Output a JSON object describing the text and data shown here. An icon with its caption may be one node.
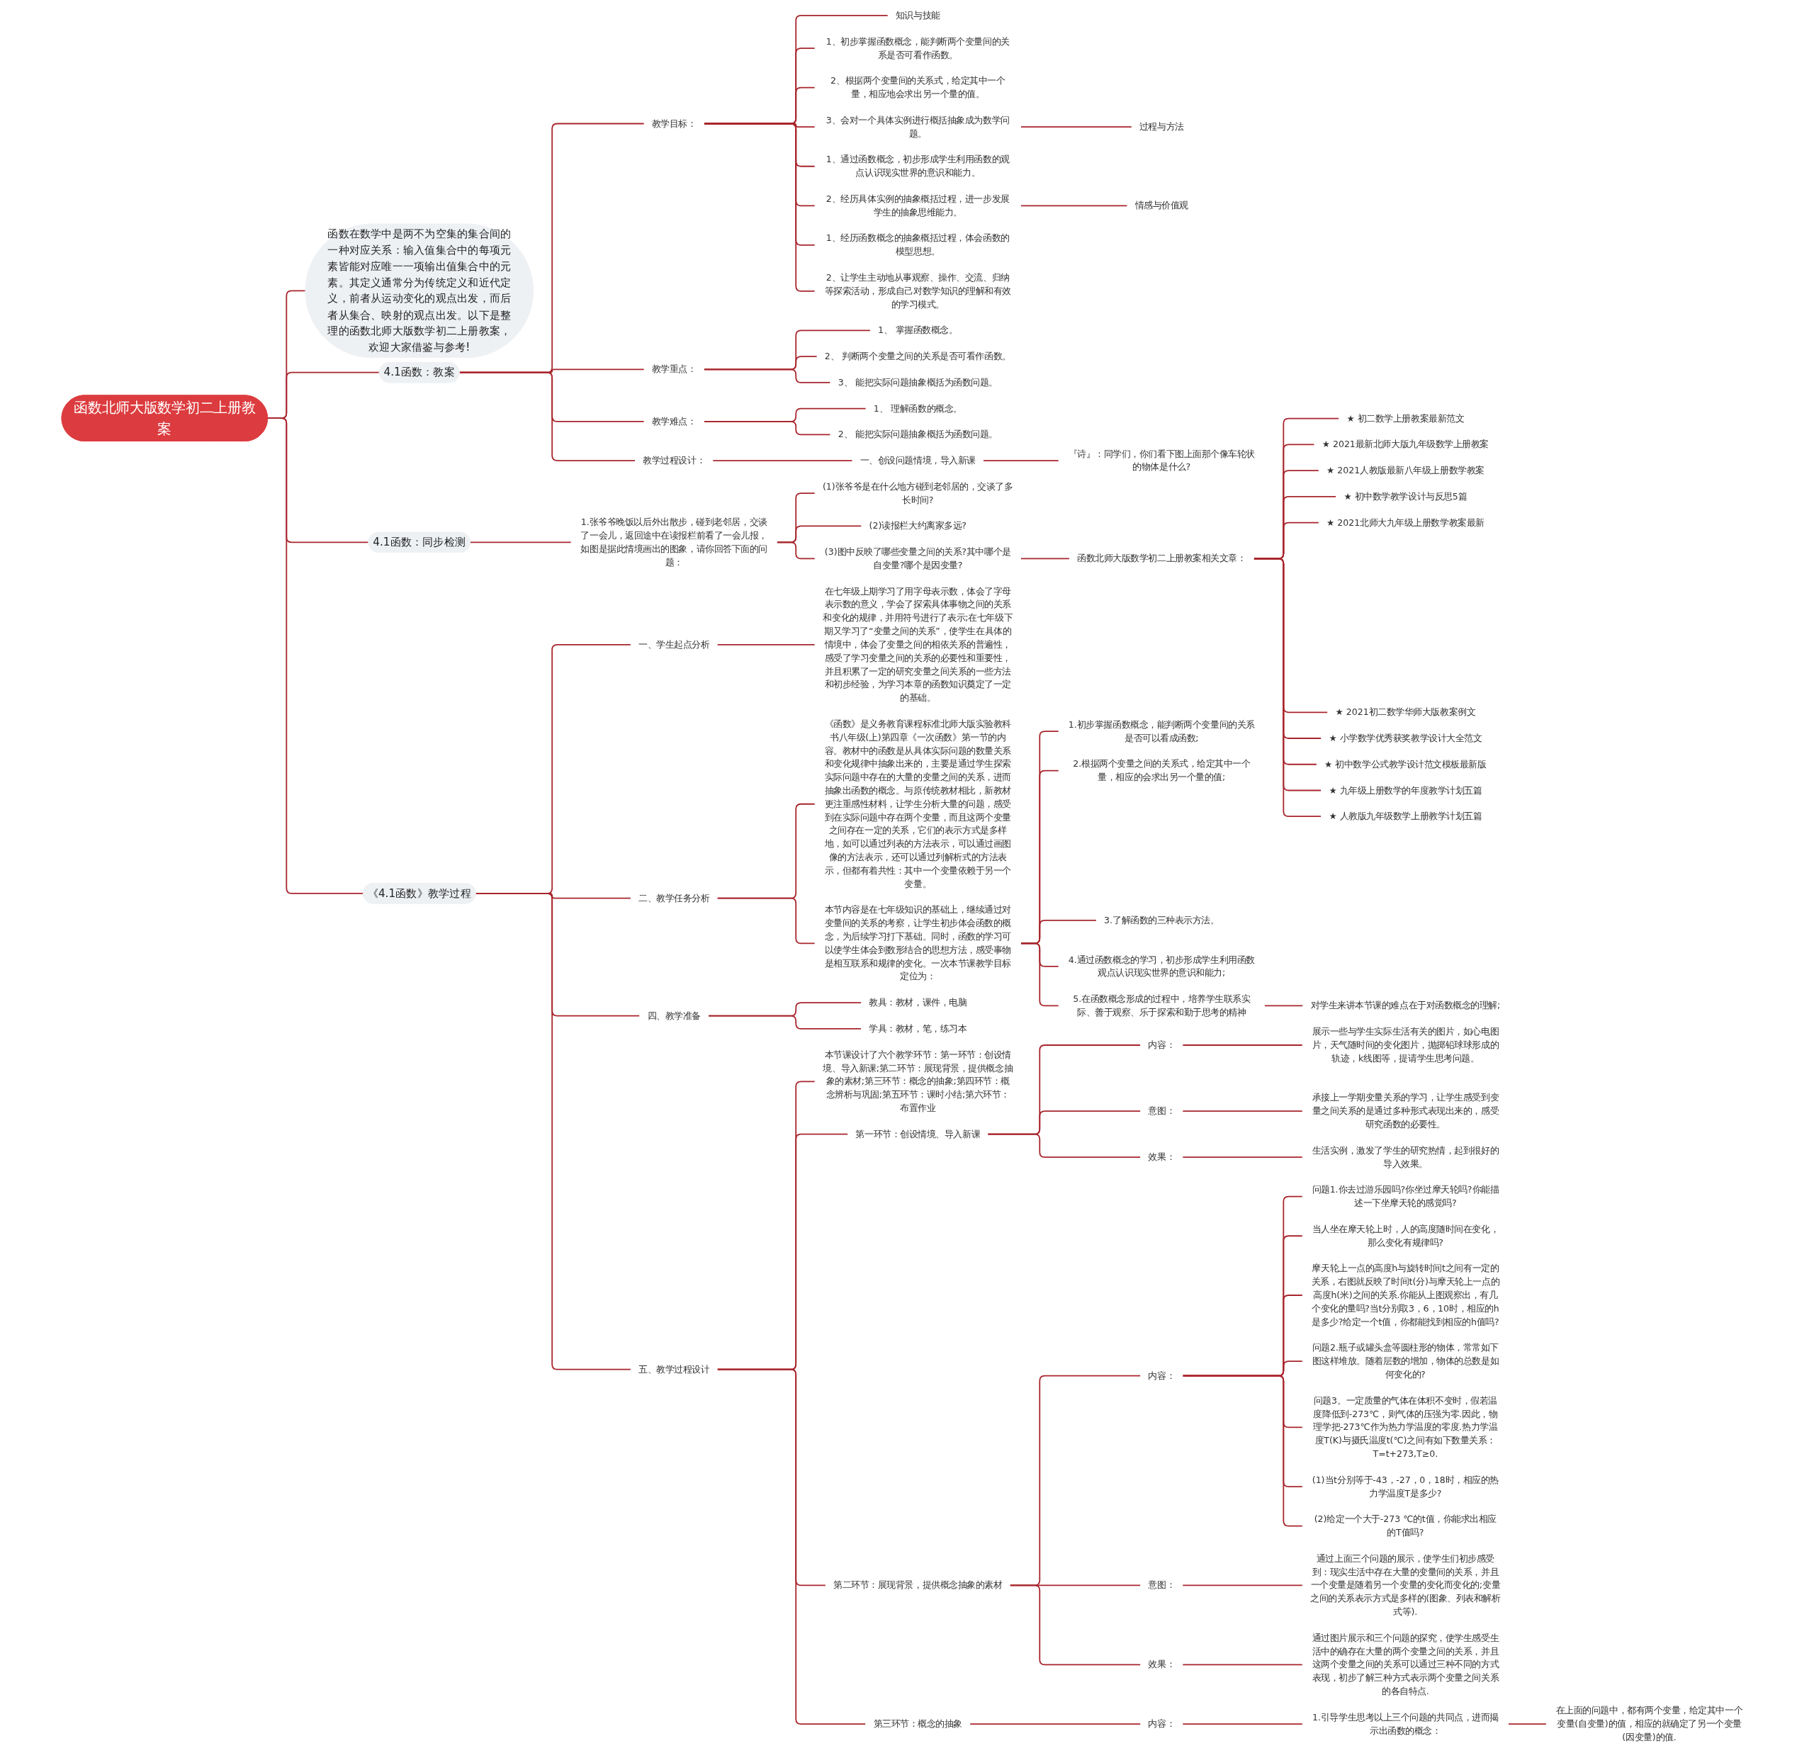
{
  "diagram": {
    "nodes": [
      {
        "text": [
          "函数北师大版数学初二上册教案"
        ]
      },
      {
        "text": [
          "函数在数学中是两不为空集的集合间的一种对应关系：输入值集合中的每项元素皆能对应唯一一项输出值集合中的元素。其定义通常分为传统定义和近代定义，前者从运动变化的观点出发，而后者从集合、映射的观点出发。以下是整理的函数北师大版数学初二上册教案，欢迎大家借鉴与参考!"
        ]
      },
      {
        "text": [
          "4.1函数：教案"
        ]
      },
      {
        "text": [
          "教学目标："
        ]
      },
      {
        "text": [
          "知识与技能"
        ]
      },
      {
        "text": [
          "1、初步掌握函数概念，能判断两个变量间的关系是否可看作函数。"
        ]
      },
      {
        "text": [
          "2、根据两个变量间的关系式，给定其中一个量，相应地会求出另一个量的值。"
        ]
      },
      {
        "text": [
          "3、会对一个具体实例进行概括抽象成为数学问题。"
        ]
      },
      {
        "text": [
          "过程与方法"
        ]
      },
      {
        "text": [
          "1、通过函数概念，初步形成学生利用函数的观点认识现实世界的意识和能力。"
        ]
      },
      {
        "text": [
          "2、经历具体实例的抽象概括过程，进一步发展学生的抽象思维能力。"
        ]
      },
      {
        "text": [
          "情感与价值观"
        ]
      },
      {
        "text": [
          "1、经历函数概念的抽象概括过程，体会函数的模型思想。"
        ]
      },
      {
        "text": [
          "2、让学生主动地从事观察、操作、交流、归纳等探索活动，形成自己对数学知识的理解和有效的学习模式。"
        ]
      },
      {
        "text": [
          "教学重点："
        ]
      },
      {
        "text": [
          "1、 掌握函数概念。"
        ]
      },
      {
        "text": [
          "2、 判断两个变量之间的关系是否可看作函数。"
        ]
      },
      {
        "text": [
          "3、 能把实际问题抽象概括为函数问题。"
        ]
      },
      {
        "text": [
          "教学难点："
        ]
      },
      {
        "text": [
          "1、 理解函数的概念。"
        ]
      },
      {
        "text": [
          "2、 能把实际问题抽象概括为函数问题。"
        ]
      },
      {
        "text": [
          "教学过程设计："
        ]
      },
      {
        "text": [
          "一、创设问题情境，导入新课"
        ]
      },
      {
        "text": [
          "『诗』：同学们，你们看下图上面那个像车轮状的物体是什么?"
        ]
      },
      {
        "text": [
          "4.1函数：同步检测"
        ]
      },
      {
        "text": [
          "1.张爷爷晚饭以后外出散步，碰到老邻居，交谈了一会儿，返回途中在读报栏前看了一会儿报，如图是据此情境画出的图象，请你回答下面的问题："
        ]
      },
      {
        "text": [
          "(1)张爷爷是在什么地方碰到老邻居的，交谈了多长时间?"
        ]
      },
      {
        "text": [
          "(2)读报栏大约离家多远?"
        ]
      },
      {
        "text": [
          "(3)图中反映了哪些变量之间的关系?其中哪个是自变量?哪个是因变量?"
        ]
      },
      {
        "text": [
          "函数北师大版数学初二上册教案相关文章："
        ]
      },
      {
        "text": [
          "★ 初二数学上册教案最新范文"
        ]
      },
      {
        "text": [
          "★ 2021最新北师大版九年级数学上册教案"
        ]
      },
      {
        "text": [
          "★ 2021人教版最新八年级上册数学教案"
        ]
      },
      {
        "text": [
          "★ 初中数学教学设计与反思5篇"
        ]
      },
      {
        "text": [
          "★ 2021北师大九年级上册数学教案最新"
        ]
      },
      {
        "text": [
          "★ 2021初二数学华师大版教案例文"
        ]
      },
      {
        "text": [
          "★ 小学数学优秀获奖教学设计大全范文"
        ]
      },
      {
        "text": [
          "★ 初中数学公式教学设计范文模板最新版"
        ]
      },
      {
        "text": [
          "★ 九年级上册数学的年度教学计划五篇"
        ]
      },
      {
        "text": [
          "★ 人教版九年级数学上册教学计划五篇"
        ]
      },
      {
        "text": [
          "《4.1函数》教学过程"
        ]
      },
      {
        "text": [
          "一、学生起点分析"
        ]
      },
      {
        "text": [
          "在七年级上期学习了用字母表示数，体会了字母表示数的意义，学会了探索具体事物之间的关系和变化的规律，并用符号进行了表示;在七年级下期又学习了“变量之间的关系”，使学生在具体的情境中，体会了变量之间的相依关系的普遍性，感受了学习变量之间的关系的必要性和重要性，并且积累了一定的研究变量之间关系的一些方法和初步经验，为学习本章的函数知识奠定了一定的基础。"
        ]
      },
      {
        "text": [
          "二、教学任务分析"
        ]
      },
      {
        "text": [
          "《函数》是义务教育课程标准北师大版实验教科书八年级(上)第四章《一次函数》第一节的内容。教材中的函数是从具体实际问题的数量关系和变化规律中抽象出来的，主要是通过学生探索实际问题中存在的大量的变量之间的关系，进而抽象出函数的概念。与原传统教材相比，新教材更注重感性材料，让学生分析大量的问题，感受到在实际问题中存在两个变量，而且这两个变量之间存在一定的关系，它们的表示方式是多样地，如可以通过列表的方法表示，可以通过画图像的方法表示，还可以通过列解析式的方法表示，但都有着共性：其中一个变量依赖于另一个变量。"
        ]
      },
      {
        "text": [
          "本节内容是在七年级知识的基础上，继续通过对变量间的关系的考察，让学生初步体会函数的概念，为后续学习打下基础。同时，函数的学习可以使学生体会到数形结合的思想方法，感受事物是相互联系和规律的变化。一次本节课教学目标定位为："
        ]
      },
      {
        "text": [
          "1.初步掌握函数概念，能判断两个变量间的关系是否可以看成函数;"
        ]
      },
      {
        "text": [
          "2.根据两个变量之间的关系式，给定其中一个量，相应的会求出另一个量的值;"
        ]
      },
      {
        "text": [
          "3.了解函数的三种表示方法。"
        ]
      },
      {
        "text": [
          "4.通过函数概念的学习，初步形成学生利用函数观点认识现实世界的意识和能力;"
        ]
      },
      {
        "text": [
          "5.在函数概念形成的过程中，培养学生联系实际、善于观察、乐于探索和勤于思考的精神"
        ]
      },
      {
        "text": [
          "对学生来讲本节课的难点在于对函数概念的理解;"
        ]
      },
      {
        "text": [
          "四、教学准备"
        ]
      },
      {
        "text": [
          "教具：教材，课件，电脑"
        ]
      },
      {
        "text": [
          "学具：教材，笔，练习本"
        ]
      },
      {
        "text": [
          "五、教学过程设计"
        ]
      },
      {
        "text": [
          "本节课设计了六个教学环节：第一环节：创设情境、导入新课;第二环节：展现背景，提供概念抽象的素材;第三环节：概念的抽象;第四环节：概念辨析与巩固;第五环节：课时小结;第六环节：布置作业"
        ]
      },
      {
        "text": [
          "第一环节：创设情境、导入新课"
        ]
      },
      {
        "text": [
          "内容："
        ]
      },
      {
        "text": [
          "展示一些与学生实际生活有关的图片，如心电图片，天气随时间的变化图片，抛掷铅球球形成的轨迹，k线图等，提请学生思考问题。"
        ]
      },
      {
        "text": [
          "意图："
        ]
      },
      {
        "text": [
          "承接上一学期变量关系的学习，让学生感受到变量之间关系的是通过多种形式表现出来的，感受研究函数的必要性。"
        ]
      },
      {
        "text": [
          "效果："
        ]
      },
      {
        "text": [
          "生活实例，激发了学生的研究热情，起到很好的导入效果。"
        ]
      },
      {
        "text": [
          "第二环节：展现背景，提供概念抽象的素材"
        ]
      },
      {
        "text": [
          "内容："
        ]
      },
      {
        "text": [
          "问题1.你去过游乐园吗?你坐过摩天轮吗?你能描述一下坐摩天轮的感觉吗?"
        ]
      },
      {
        "text": [
          "当人坐在摩天轮上时，人的高度随时间在变化，那么变化有规律吗?"
        ]
      },
      {
        "text": [
          "摩天轮上一点的高度h与旋转时间t之间有一定的关系，右图就反映了时间t(分)与摩天轮上一点的高度h(米)之间的关系.你能从上图观察出，有几个变化的量吗?当t分别取3，6，10时，相应的h是多少?给定一个t值，你都能找到相应的h值吗?"
        ]
      },
      {
        "text": [
          "问题2.瓶子或罐头盒等圆柱形的物体，常常如下图这样堆放。随着层数的增加，物体的总数是如何变化的?"
        ]
      },
      {
        "text": [
          "问题3。一定质量的气体在体积不变时，假若温度降低到-273℃，则气体的压强为零.因此，物理学把-273℃作为热力学温度的零度.热力学温度T(K)与摄氏温度t(℃)之间有如下数量关系：T=t+273,T≥0."
        ]
      },
      {
        "text": [
          "(1)当t分别等于-43，-27，0，18时，相应的热力学温度T是多少?"
        ]
      },
      {
        "text": [
          "(2)给定一个大于-273 ℃的t值，你能求出相应的T值吗?"
        ]
      },
      {
        "text": [
          "意图："
        ]
      },
      {
        "text": [
          "通过上面三个问题的展示，使学生们初步感受到：现实生活中存在大量的变量间的关系，并且一个变量是随着另一个变量的变化而变化的;变量之间的关系表示方式是多样的(图象、列表和解析式等)."
        ]
      },
      {
        "text": [
          "效果："
        ]
      },
      {
        "text": [
          "通过图片展示和三个问题的探究，使学生感受生活中的确存在大量的两个变量之间的关系，并且这两个变量之间的关系可以通过三种不同的方式表现，初步了解三种方式表示两个变量之间关系的各自特点."
        ]
      },
      {
        "text": [
          "第三环节：概念的抽象"
        ]
      },
      {
        "text": [
          "内容："
        ]
      },
      {
        "text": [
          "1.引导学生思考以上三个问题的共同点，进而揭示出函数的概念："
        ]
      },
      {
        "text": [
          "在上面的问题中，都有两个变量，给定其中一个变量(自变量)的值，相应的就确定了另一个变量(因变量)的值."
        ]
      }
    ],
    "edges": [
      {
        "from": 0,
        "to": 1,
        "arrow": "none"
      },
      {
        "from": 0,
        "to": 2,
        "arrow": "none"
      },
      {
        "from": 2,
        "to": 3,
        "arrow": "none"
      },
      {
        "from": 3,
        "to": 4,
        "arrow": "none"
      },
      {
        "from": 3,
        "to": 5,
        "arrow": "none"
      },
      {
        "from": 3,
        "to": 6,
        "arrow": "none"
      },
      {
        "from": 3,
        "to": 7,
        "arrow": "none"
      },
      {
        "from": 7,
        "to": 8,
        "arrow": "none"
      },
      {
        "from": 3,
        "to": 9,
        "arrow": "none"
      },
      {
        "from": 3,
        "to": 10,
        "arrow": "none"
      },
      {
        "from": 10,
        "to": 11,
        "arrow": "none"
      },
      {
        "from": 3,
        "to": 12,
        "arrow": "none"
      },
      {
        "from": 3,
        "to": 13,
        "arrow": "none"
      },
      {
        "from": 2,
        "to": 14,
        "arrow": "none"
      },
      {
        "from": 14,
        "to": 15,
        "arrow": "none"
      },
      {
        "from": 14,
        "to": 16,
        "arrow": "none"
      },
      {
        "from": 14,
        "to": 17,
        "arrow": "none"
      },
      {
        "from": 2,
        "to": 18,
        "arrow": "none"
      },
      {
        "from": 18,
        "to": 19,
        "arrow": "none"
      },
      {
        "from": 18,
        "to": 20,
        "arrow": "none"
      },
      {
        "from": 2,
        "to": 21,
        "arrow": "none"
      },
      {
        "from": 21,
        "to": 22,
        "arrow": "none"
      },
      {
        "from": 22,
        "to": 23,
        "arrow": "none"
      },
      {
        "from": 0,
        "to": 24,
        "arrow": "none"
      },
      {
        "from": 24,
        "to": 25,
        "arrow": "none"
      },
      {
        "from": 25,
        "to": 26,
        "arrow": "none"
      },
      {
        "from": 25,
        "to": 27,
        "arrow": "none"
      },
      {
        "from": 25,
        "to": 28,
        "arrow": "none"
      },
      {
        "from": 28,
        "to": 29,
        "arrow": "none"
      },
      {
        "from": 29,
        "to": 30,
        "arrow": "none"
      },
      {
        "from": 29,
        "to": 31,
        "arrow": "none"
      },
      {
        "from": 29,
        "to": 32,
        "arrow": "none"
      },
      {
        "from": 29,
        "to": 33,
        "arrow": "none"
      },
      {
        "from": 29,
        "to": 34,
        "arrow": "none"
      },
      {
        "from": 29,
        "to": 35,
        "arrow": "none"
      },
      {
        "from": 29,
        "to": 36,
        "arrow": "none"
      },
      {
        "from": 29,
        "to": 37,
        "arrow": "none"
      },
      {
        "from": 29,
        "to": 38,
        "arrow": "none"
      },
      {
        "from": 29,
        "to": 39,
        "arrow": "none"
      },
      {
        "from": 0,
        "to": 40,
        "arrow": "none"
      },
      {
        "from": 40,
        "to": 41,
        "arrow": "none"
      },
      {
        "from": 41,
        "to": 42,
        "arrow": "none"
      },
      {
        "from": 40,
        "to": 43,
        "arrow": "none"
      },
      {
        "from": 43,
        "to": 44,
        "arrow": "none"
      },
      {
        "from": 43,
        "to": 45,
        "arrow": "none"
      },
      {
        "from": 45,
        "to": 46,
        "arrow": "none"
      },
      {
        "from": 45,
        "to": 47,
        "arrow": "none"
      },
      {
        "from": 45,
        "to": 48,
        "arrow": "none"
      },
      {
        "from": 45,
        "to": 49,
        "arrow": "none"
      },
      {
        "from": 45,
        "to": 50,
        "arrow": "none"
      },
      {
        "from": 50,
        "to": 51,
        "arrow": "none"
      },
      {
        "from": 40,
        "to": 52,
        "arrow": "none"
      },
      {
        "from": 52,
        "to": 53,
        "arrow": "none"
      },
      {
        "from": 52,
        "to": 54,
        "arrow": "none"
      },
      {
        "from": 40,
        "to": 55,
        "arrow": "none"
      },
      {
        "from": 55,
        "to": 56,
        "arrow": "none"
      },
      {
        "from": 55,
        "to": 57,
        "arrow": "none"
      },
      {
        "from": 57,
        "to": 58,
        "arrow": "none"
      },
      {
        "from": 58,
        "to": 59,
        "arrow": "none"
      },
      {
        "from": 57,
        "to": 60,
        "arrow": "none"
      },
      {
        "from": 60,
        "to": 61,
        "arrow": "none"
      },
      {
        "from": 57,
        "to": 62,
        "arrow": "none"
      },
      {
        "from": 62,
        "to": 63,
        "arrow": "none"
      },
      {
        "from": 55,
        "to": 64,
        "arrow": "none"
      },
      {
        "from": 64,
        "to": 65,
        "arrow": "none"
      },
      {
        "from": 65,
        "to": 66,
        "arrow": "none"
      },
      {
        "from": 65,
        "to": 67,
        "arrow": "none"
      },
      {
        "from": 65,
        "to": 68,
        "arrow": "none"
      },
      {
        "from": 65,
        "to": 69,
        "arrow": "none"
      },
      {
        "from": 65,
        "to": 70,
        "arrow": "none"
      },
      {
        "from": 65,
        "to": 71,
        "arrow": "none"
      },
      {
        "from": 65,
        "to": 72,
        "arrow": "none"
      },
      {
        "from": 64,
        "to": 73,
        "arrow": "none"
      },
      {
        "from": 73,
        "to": 74,
        "arrow": "none"
      },
      {
        "from": 64,
        "to": 75,
        "arrow": "none"
      },
      {
        "from": 75,
        "to": 76,
        "arrow": "none"
      },
      {
        "from": 55,
        "to": 77,
        "arrow": "none"
      },
      {
        "from": 77,
        "to": 78,
        "arrow": "none"
      },
      {
        "from": 78,
        "to": 79,
        "arrow": "none"
      },
      {
        "from": 79,
        "to": 80,
        "arrow": "none"
      }
    ]
  }
}
